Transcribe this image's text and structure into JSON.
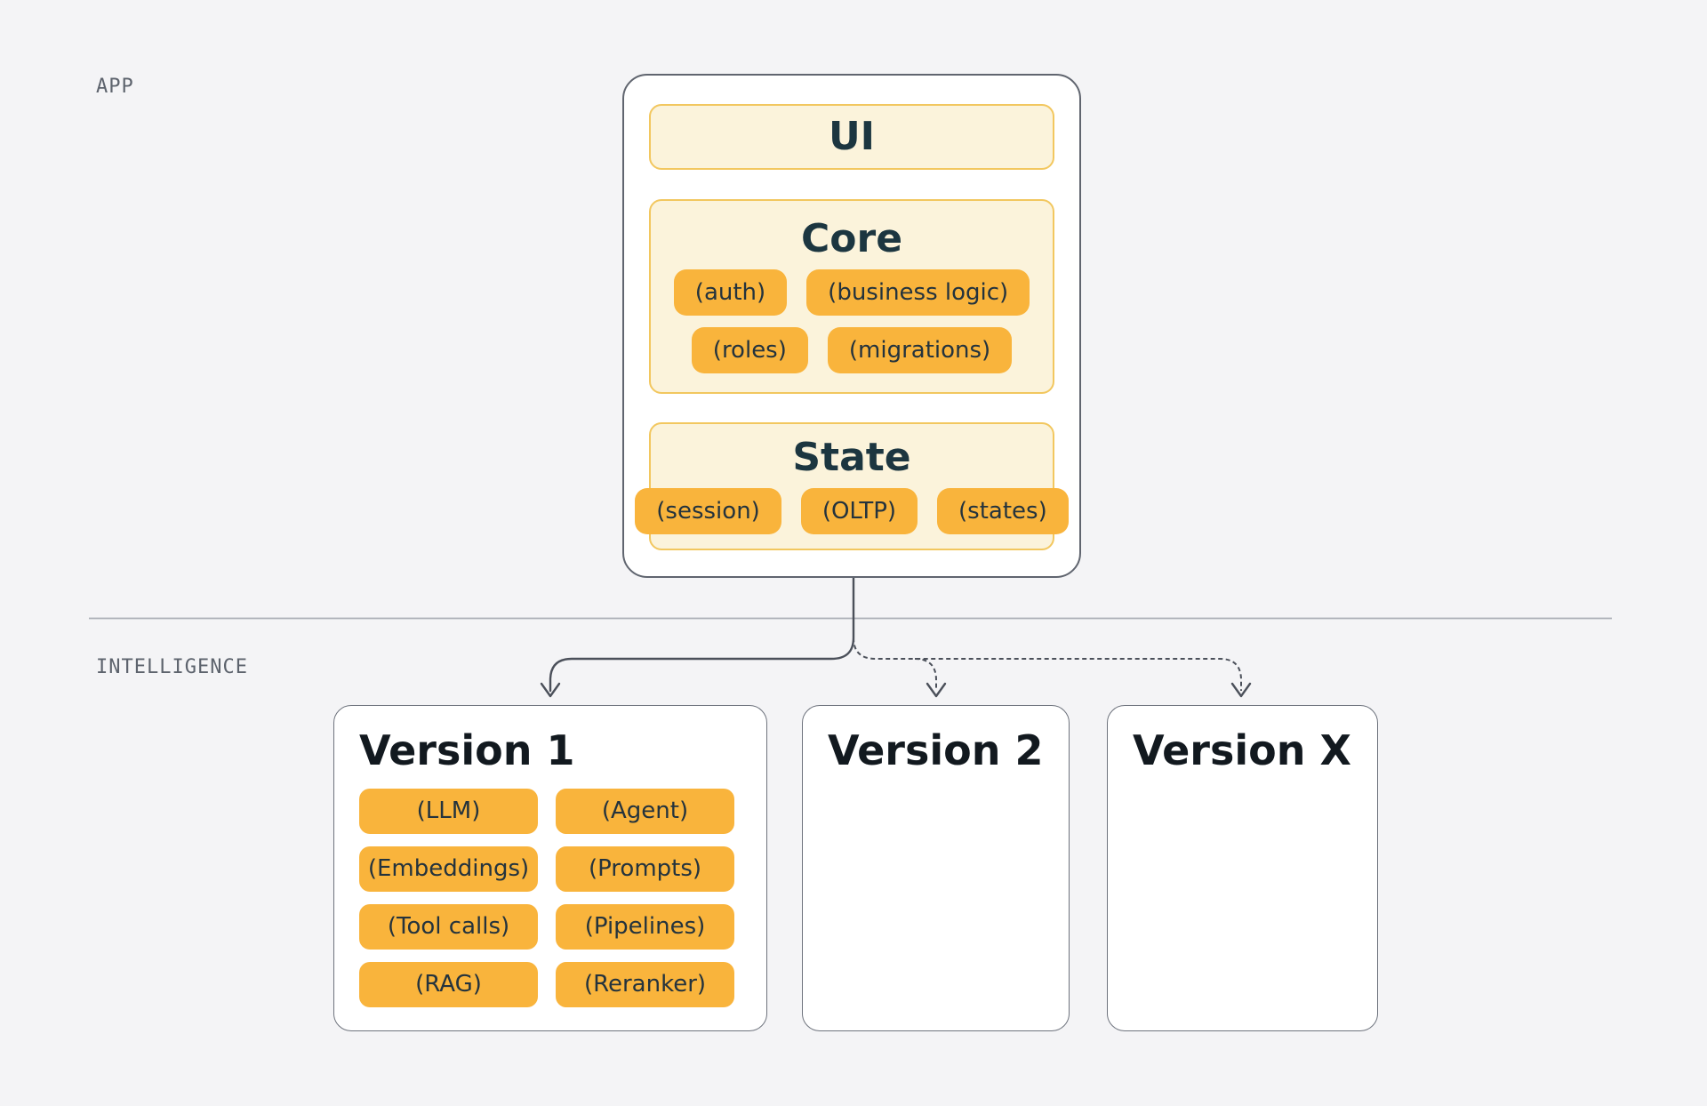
{
  "page": {
    "app_label": "APP",
    "intelligence_label": "INTELLIGENCE"
  },
  "colors": {
    "background": "#F4F4F6",
    "card_background": "#FFFFFF",
    "card_border": "#60656F",
    "section_background": "#FBF3DB",
    "section_border": "#F2C75F",
    "pill_background": "#F9B43C",
    "pill_text": "#24333D",
    "section_title_text": "#1C3640",
    "version_title_text": "#12191F",
    "zone_label_text": "#5D636D",
    "connector": "#4B505A",
    "divider": "#ABAFB6"
  },
  "app_card": {
    "ui": {
      "title": "UI"
    },
    "core": {
      "title": "Core",
      "pills": [
        "(auth)",
        "(business logic)",
        "(roles)",
        "(migrations)"
      ]
    },
    "state": {
      "title": "State",
      "pills": [
        "(session)",
        "(OLTP)",
        "(states)"
      ]
    }
  },
  "intelligence": {
    "versions": [
      {
        "title": "Version 1",
        "pills": [
          "(LLM)",
          "(Agent)",
          "(Embeddings)",
          "(Prompts)",
          "(Tool calls)",
          "(Pipelines)",
          "(RAG)",
          "(Reranker)"
        ]
      },
      {
        "title": "Version 2",
        "pills": []
      },
      {
        "title": "Version X",
        "pills": []
      }
    ]
  }
}
